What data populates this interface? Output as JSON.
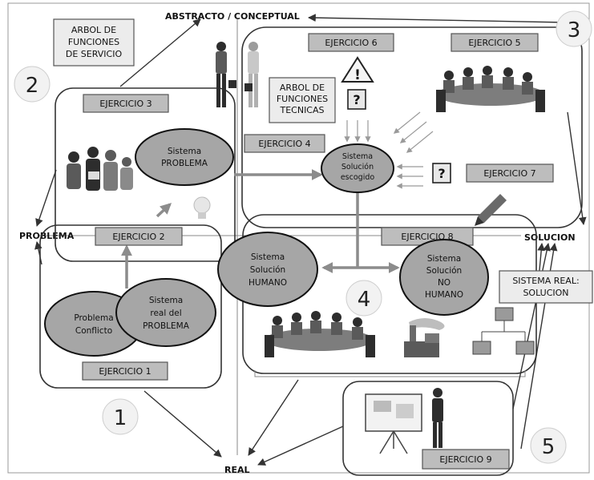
{
  "axis": {
    "top": "ABSTRACTO / CONCEPTUAL",
    "bottom": "REAL",
    "left": "PROBLEMA",
    "right": "SOLUCION"
  },
  "numbers": [
    "1",
    "2",
    "3",
    "4",
    "5"
  ],
  "exercises": {
    "e1": "EJERCICIO 1",
    "e2": "EJERCICIO 2",
    "e3": "EJERCICIO 3",
    "e4": "EJERCICIO 4",
    "e5": "EJERCICIO 5",
    "e6": "EJERCICIO 6",
    "e7": "EJERCICIO 7",
    "e8": "EJERCICIO 8",
    "e9": "EJERCICIO 9"
  },
  "notes": {
    "arbol_servicio": [
      "ARBOL DE",
      "FUNCIONES",
      "DE SERVICIO"
    ],
    "arbol_tecnicas": [
      "ARBOL DE",
      "FUNCIONES",
      "TECNICAS"
    ],
    "sistema_real": [
      "SISTEMA REAL:",
      "SOLUCION"
    ]
  },
  "ellipses": {
    "sistema_problema": [
      "Sistema",
      "PROBLEMA"
    ],
    "problema_conflicto": [
      "Problema",
      "Conflicto"
    ],
    "sistema_real_problema": [
      "Sistema",
      "real del",
      "PROBLEMA"
    ],
    "sistema_solucion_escogido": [
      "Sistema",
      "Solución",
      "escogido"
    ],
    "sistema_solucion_humano": [
      "Sistema",
      "Solución",
      "HUMANO"
    ],
    "sistema_solucion_no_humano": [
      "Sistema",
      "Solución",
      "NO",
      "HUMANO"
    ]
  },
  "symbols": {
    "question": "?",
    "warning": "!"
  },
  "icons": [
    "people-group-icon",
    "meeting-table-icon",
    "lightbulb-icon",
    "pencil-icon",
    "factory-icon",
    "network-computers-icon",
    "presenter-icon",
    "business-people-icon"
  ]
}
